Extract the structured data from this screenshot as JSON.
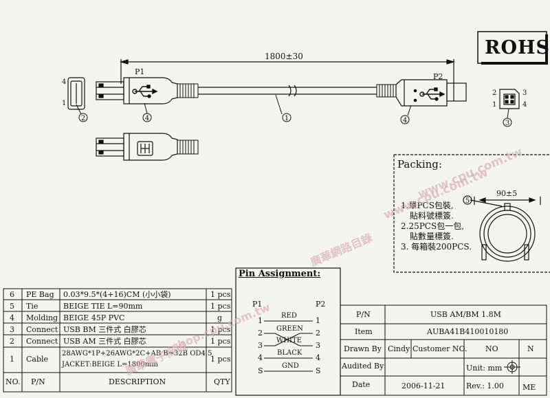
{
  "rohs_badge": "ROHS",
  "dimensions": {
    "cable_length": "1800±30",
    "coil_diameter": "90±5"
  },
  "end_labels": {
    "p1": "P1",
    "p2": "P2"
  },
  "callouts": {
    "c1": "1",
    "c2": "2",
    "c3": "3",
    "c4": "4",
    "c5": "5"
  },
  "socket_pins": {
    "a_top": "4",
    "a_bottom": "1",
    "b_tl": "2",
    "b_tr": "3",
    "b_bl": "1",
    "b_br": "4"
  },
  "packing": {
    "title": "Packing:",
    "lines": [
      "1.單PCS包裝,",
      "貼料號標簽.",
      "2.25PCS包一包,",
      "貼數量標簽.",
      "3. 每箱裝200PCS."
    ]
  },
  "pin_assignment": {
    "title": "Pin Assignment:",
    "p1": "P1",
    "p2": "P2",
    "rows": [
      {
        "left": "1",
        "color": "RED",
        "right": "1"
      },
      {
        "left": "2",
        "color": "GREEN",
        "right": "2"
      },
      {
        "left": "3",
        "color": "WHITE",
        "right": "3"
      },
      {
        "left": "4",
        "color": "BLACK",
        "right": "4"
      },
      {
        "left": "S",
        "color": "GND",
        "right": "S"
      }
    ]
  },
  "bom": {
    "header": {
      "no": "NO.",
      "pn": "P/N",
      "description": "DESCRIPTION",
      "qty": "QTY"
    },
    "rows": [
      {
        "no": "6",
        "pn": "PE Bag",
        "description": "0.03*9.5*(4+16)CM (小小袋)",
        "qty": "1 pcs"
      },
      {
        "no": "5",
        "pn": "Tie",
        "description": "BEIGE TIE L=90mm",
        "qty": "1 pcs"
      },
      {
        "no": "4",
        "pn": "Molding",
        "description": "BEIGE 45P PVC",
        "qty": "g"
      },
      {
        "no": "3",
        "pn": "Connect",
        "description": "USB BM 三件式 白膠芯",
        "qty": "1 pcs"
      },
      {
        "no": "2",
        "pn": "Connect",
        "description": "USB AM 三件式 白膠芯",
        "qty": "1 pcs"
      },
      {
        "no": "1",
        "pn": "Cable",
        "description": "28AWG*1P+26AWG*2C+AB B=32B OD4.5",
        "description2": "JACKET:BEIGE L=1800mm",
        "qty": "1 pcs"
      }
    ]
  },
  "title_block": {
    "pn_label": "P/N",
    "pn_value": "USB AM/BM 1.8M",
    "item_label": "Item",
    "item_value": "AUBA41B410010180",
    "drawn_label": "Drawn By",
    "drawn_value": "Cindy",
    "customer_label": "Customer NO.",
    "customer_value": "NO",
    "customer_mark": "N",
    "audited_label": "Audited By",
    "unit": "Unit: mm",
    "date_label": "Date",
    "date_value": "2006-11-21",
    "rev": "Rev.: 1.00",
    "me": "ME"
  },
  "watermarks": {
    "url1": "www.cpu.com.tw",
    "url2": "www.cpu.com.tw",
    "store_text": "廣華網路目錄",
    "shop": "shop.cpu.com.tw",
    "ecommerce": "廣華電子商城"
  }
}
